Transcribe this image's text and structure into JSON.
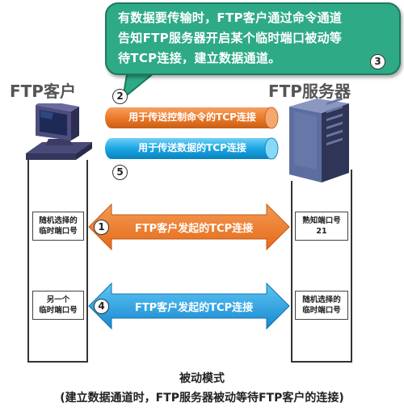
{
  "callout": {
    "text_line1": "有数据要传输时，FTP客户通过命令通道",
    "text_line2": "告知FTP服务器开启某个临时端口被动等",
    "text_line3": "待TCP连接，建立数据通道。",
    "step": "3"
  },
  "client": {
    "title": "FTP客户"
  },
  "server": {
    "title": "FTP服务器"
  },
  "pipes": {
    "control": {
      "label": "用于传送控制命令的TCP连接",
      "step": "2"
    },
    "data": {
      "label": "用于传送数据的TCP连接",
      "step": "5"
    }
  },
  "connections": [
    {
      "step": "1",
      "label": "FTP客户发起的TCP连接",
      "client_port_line1": "随机选择的",
      "client_port_line2": "临时端口号",
      "server_port_line1": "熟知端口号",
      "server_port_line2": "21"
    },
    {
      "step": "4",
      "label": "FTP客户发起的TCP连接",
      "client_port_line1": "另一个",
      "client_port_line2": "临时端口号",
      "server_port_line1": "随机选择的",
      "server_port_line2": "临时端口号"
    }
  ],
  "caption": {
    "line1": "被动模式",
    "line2": "(建立数据通道时，FTP服务器被动等待FTP客户的连接)"
  },
  "colors": {
    "callout_green": "#2eaa86",
    "control_orange": "#ec7a2a",
    "data_blue": "#1ba6e4",
    "arrow_orange": "#f07c2e",
    "arrow_blue": "#2a9ee0"
  }
}
